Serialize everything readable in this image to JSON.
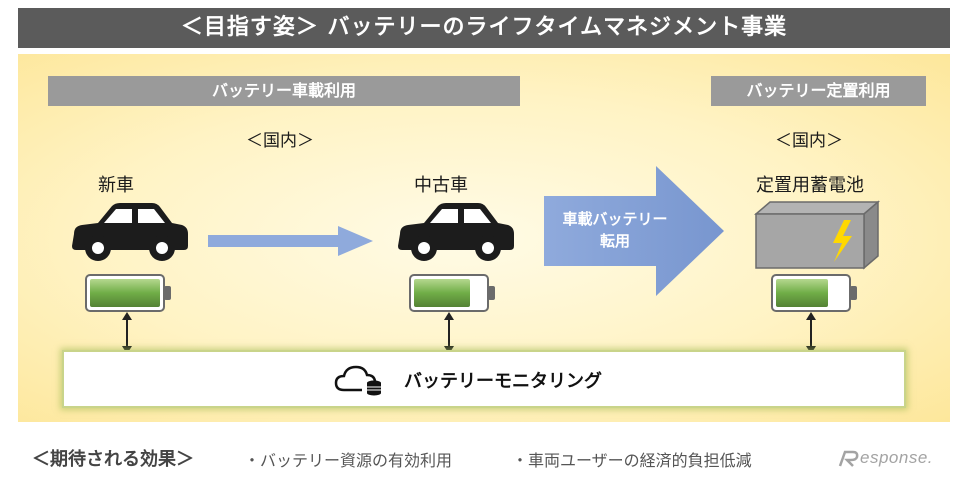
{
  "title": "＜目指す姿＞ バッテリーのライフタイムマネジメント事業",
  "sections": {
    "onboard": "バッテリー車載利用",
    "stationary": "バッテリー定置利用"
  },
  "domestic_left": "＜国内＞",
  "domestic_right": "＜国内＞",
  "stages": {
    "new_car": "新車",
    "used_car": "中古車",
    "storage": "定置用蓄電池"
  },
  "transfer": {
    "line1": "車載バッテリー",
    "line2": "転用"
  },
  "monitoring": "バッテリーモニタリング",
  "footer": {
    "heading": "＜期待される効果＞",
    "effect1": "・バッテリー資源の有効利用",
    "effect2": "・車両ユーザーの経済的負担低減"
  },
  "logo_text": "esponse.",
  "colors": {
    "title_bg": "#5b5b5b",
    "section_bg": "#9a9a9a",
    "flow_arrow": "#8faadc",
    "battery_green": "#70ad47",
    "bolt": "#ffd800"
  }
}
